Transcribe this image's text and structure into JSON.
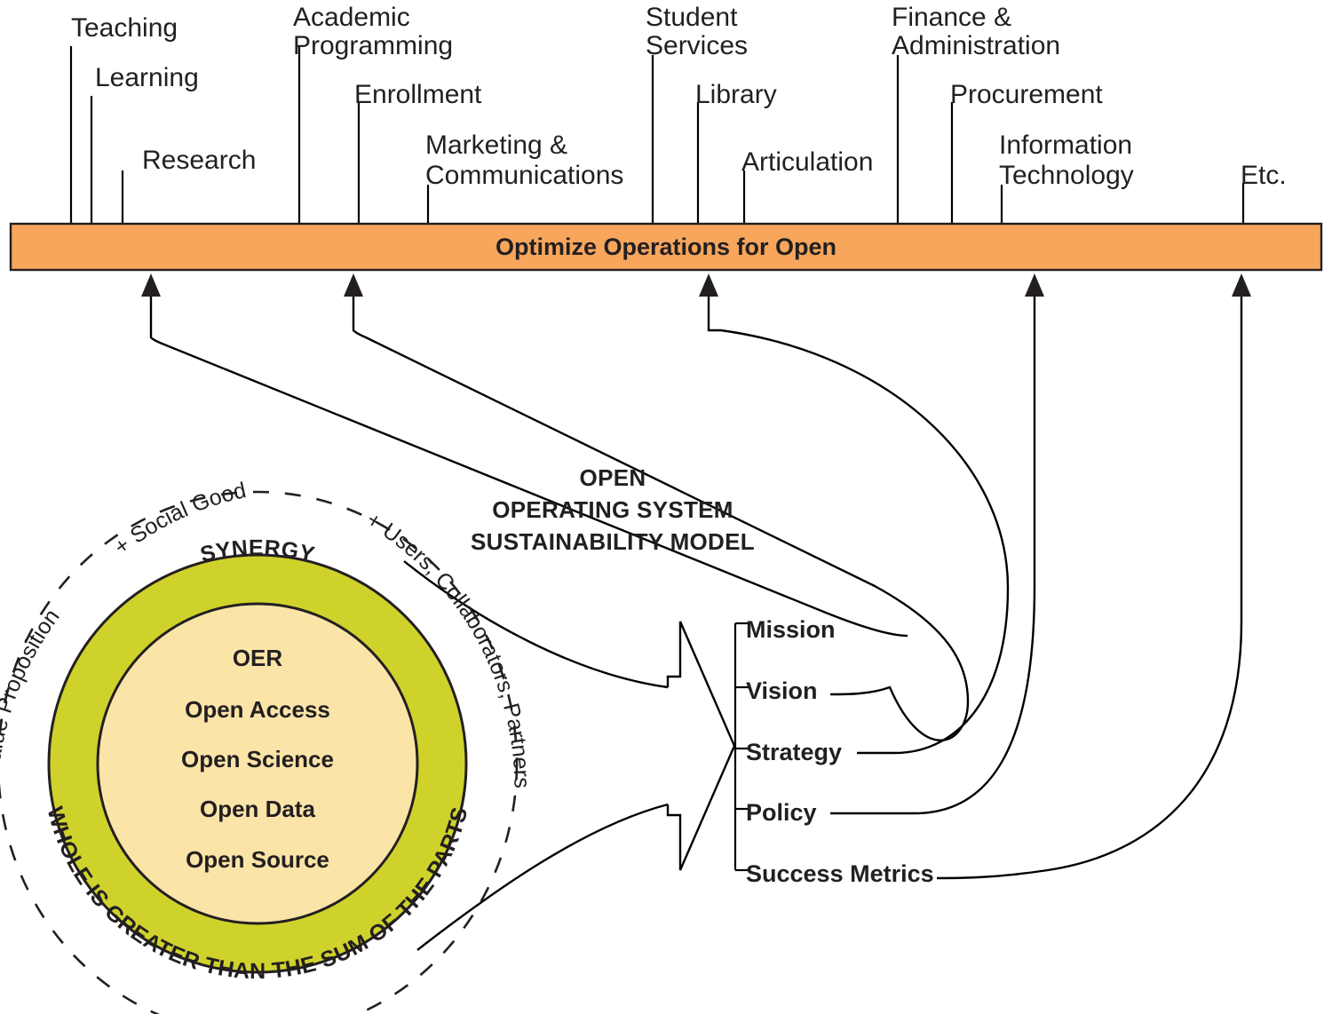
{
  "diagram": {
    "title": "OPEN OPERATING SYSTEM SUSTAINABILITY MODEL",
    "title_lines": [
      "OPEN",
      "OPERATING SYSTEM",
      "SUSTAINABILITY MODEL"
    ],
    "colors": {
      "bar_fill": "#F7A65C",
      "ring_fill": "#CFD22B",
      "core_fill": "#FBE4A8",
      "stroke": "#231F20",
      "background": "#FFFFFF"
    }
  },
  "bar": {
    "label": "Optimize Operations for Open"
  },
  "departments": [
    {
      "label_lines": [
        "Teaching"
      ],
      "tick_x": 80
    },
    {
      "label_lines": [
        "Learning"
      ],
      "tick_x": 103
    },
    {
      "label_lines": [
        "Research"
      ],
      "tick_x": 138
    },
    {
      "label_lines": [
        "Academic",
        "Programming"
      ],
      "tick_x": 337
    },
    {
      "label_lines": [
        "Enrollment"
      ],
      "tick_x": 404
    },
    {
      "label_lines": [
        "Marketing &",
        "Communications"
      ],
      "tick_x": 482
    },
    {
      "label_lines": [
        "Student",
        "Services"
      ],
      "tick_x": 735
    },
    {
      "label_lines": [
        "Library"
      ],
      "tick_x": 786
    },
    {
      "label_lines": [
        "Articulation"
      ],
      "tick_x": 838
    },
    {
      "label_lines": [
        "Finance &",
        "Administration"
      ],
      "tick_x": 1011
    },
    {
      "label_lines": [
        "Procurement"
      ],
      "tick_x": 1072
    },
    {
      "label_lines": [
        "Information",
        "Technology"
      ],
      "tick_x": 1128
    },
    {
      "label_lines": [
        "Etc."
      ],
      "tick_x": 1400
    }
  ],
  "core": {
    "ring_top_label": "SYNERGY",
    "ring_bottom_label": "WHOLE IS GREATER THAN THE SUM OF THE PARTS",
    "items": [
      "OER",
      "Open Access",
      "Open Science",
      "Open Data",
      "Open Source"
    ]
  },
  "outer_ring": {
    "left_label": "+ Value Proposition",
    "top_label": "+ Social Good",
    "right_label": "+ Users, Collaborators, Partners"
  },
  "strategy_list": {
    "items": [
      "Mission",
      "Vision",
      "Strategy",
      "Policy",
      "Success Metrics"
    ]
  }
}
